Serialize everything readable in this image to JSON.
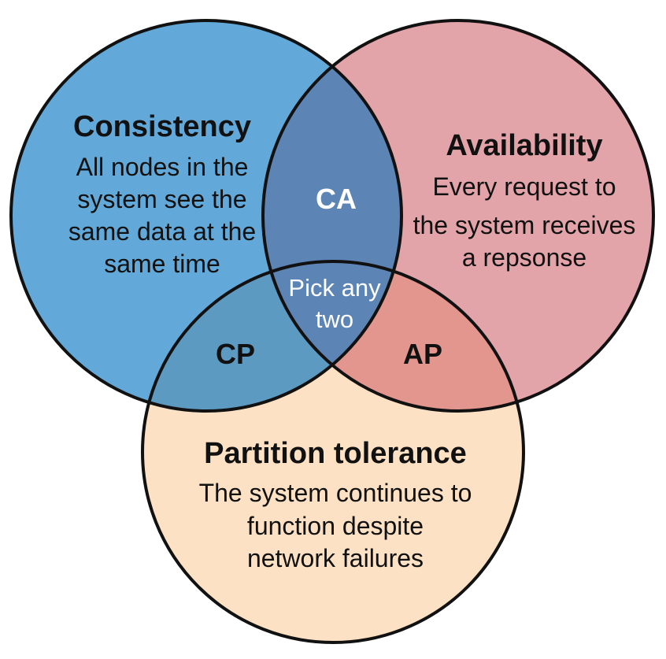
{
  "colors": {
    "consistency": "#62a9d9",
    "availability": "#e3a4a9",
    "partition": "#fce1c4",
    "ca": "#5c84b4",
    "cp": "#5d9ac2",
    "ap": "#e3968d",
    "center": "#5c84b4",
    "outline": "#111111"
  },
  "circles": {
    "consistency": {
      "title": "Consistency",
      "desc": [
        "All nodes in the",
        "system see the",
        "same data at the",
        "same time"
      ]
    },
    "availability": {
      "title": "Availability",
      "desc": [
        "Every request to",
        "the system receives",
        "a repsonse"
      ]
    },
    "partition": {
      "title": "Partition tolerance",
      "desc": [
        "The system continues to",
        "function despite",
        "network failures"
      ]
    }
  },
  "overlaps": {
    "ca": "CA",
    "cp": "CP",
    "ap": "AP",
    "center": [
      "Pick any",
      "two"
    ]
  }
}
